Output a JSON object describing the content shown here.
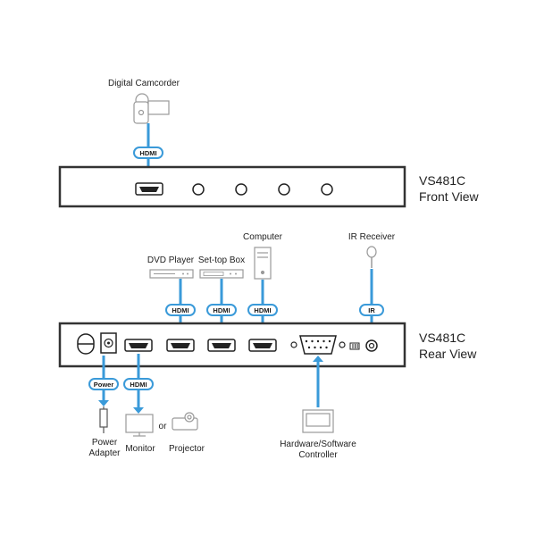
{
  "colors": {
    "accent": "#3a9ad9",
    "outline": "#222222",
    "panel": "#333333",
    "device": "#9a9a9a"
  },
  "front": {
    "device_label": "Digital Camcorder",
    "port_label": "HDMI",
    "model": "VS481C",
    "view": "Front View"
  },
  "rear": {
    "model": "VS481C",
    "view": "Rear View",
    "inputs": [
      {
        "device": "DVD Player",
        "port": "HDMI"
      },
      {
        "device": "Set-top Box",
        "port": "HDMI"
      },
      {
        "device": "Computer",
        "port": "HDMI"
      }
    ],
    "ir": {
      "device": "IR Receiver",
      "port": "IR"
    },
    "power": {
      "port": "Power",
      "device_line1": "Power",
      "device_line2": "Adapter"
    },
    "output": {
      "port": "HDMI",
      "device1": "Monitor",
      "or": "or",
      "device2": "Projector"
    },
    "controller": {
      "line1": "Hardware/Software",
      "line2": "Controller"
    }
  }
}
